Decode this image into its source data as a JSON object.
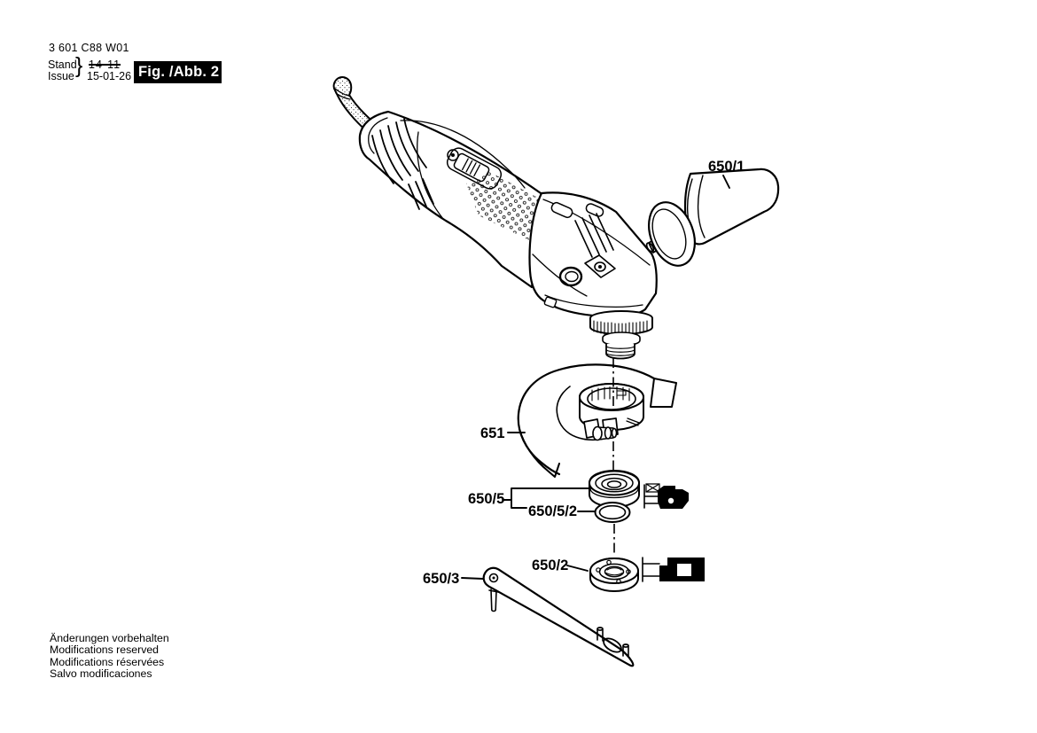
{
  "meta": {
    "ink": "#000000",
    "paper": "#ffffff"
  },
  "header": {
    "part_number": "3 601 C88 W01",
    "revision": {
      "stand_label": "Stand",
      "issue_label": "Issue",
      "brace": "}",
      "superseded_date": "14-11",
      "current_date": "15-01-26"
    },
    "figure_badge": "Fig. /Abb. 2"
  },
  "diagram": {
    "part_labels": {
      "side_handle": "650/1",
      "wheel_guard": "651",
      "flange_group": "650/5",
      "o_ring": "650/5/2",
      "clamping_nut": "650/2",
      "pin_wrench": "650/3"
    },
    "symbols": {
      "grease_icon": "grease-applicator-icon",
      "block_icon": "mounting-block-icon"
    }
  },
  "footer": {
    "lines": [
      "Änderungen vorbehalten",
      "Modifications reserved",
      "Modifications réservées",
      "Salvo modificaciones"
    ]
  }
}
